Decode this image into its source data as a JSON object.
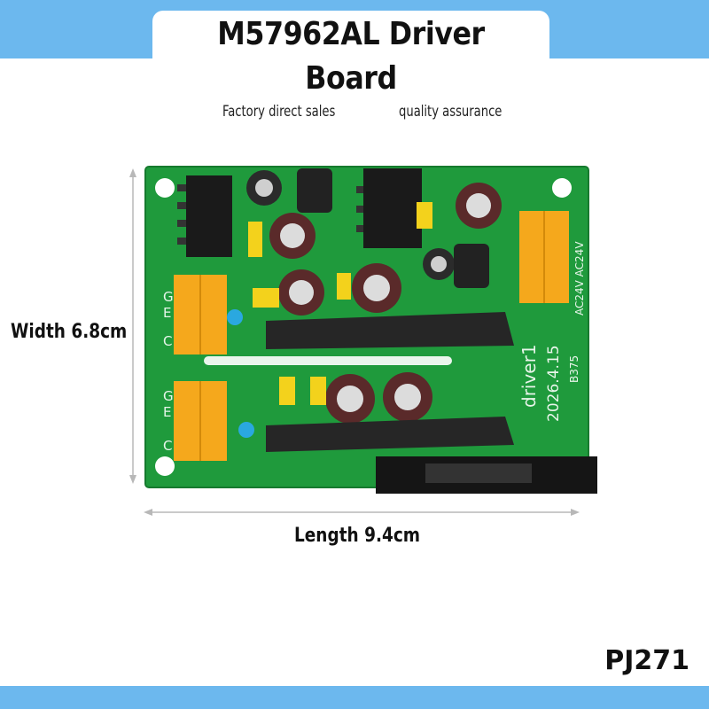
{
  "title": "M57962AL Driver Board",
  "taglines": [
    "Factory direct sales",
    "quality assurance"
  ],
  "dimensions": {
    "width_label": "Width 6.8cm",
    "length_label": "Length 9.4cm"
  },
  "product_code": "PJ271",
  "board": {
    "name": "driver1",
    "date": "2026.4.15",
    "batch": "B375",
    "power_label": "AC24V AC24V",
    "terminal_letters": [
      "G",
      "E",
      "C",
      "G",
      "E",
      "C"
    ]
  },
  "colors": {
    "banner": "#6cb8ee",
    "pcb": "#1f9a3c",
    "terminal": "#f5a81c",
    "heatsink": "#1a1a1a"
  }
}
